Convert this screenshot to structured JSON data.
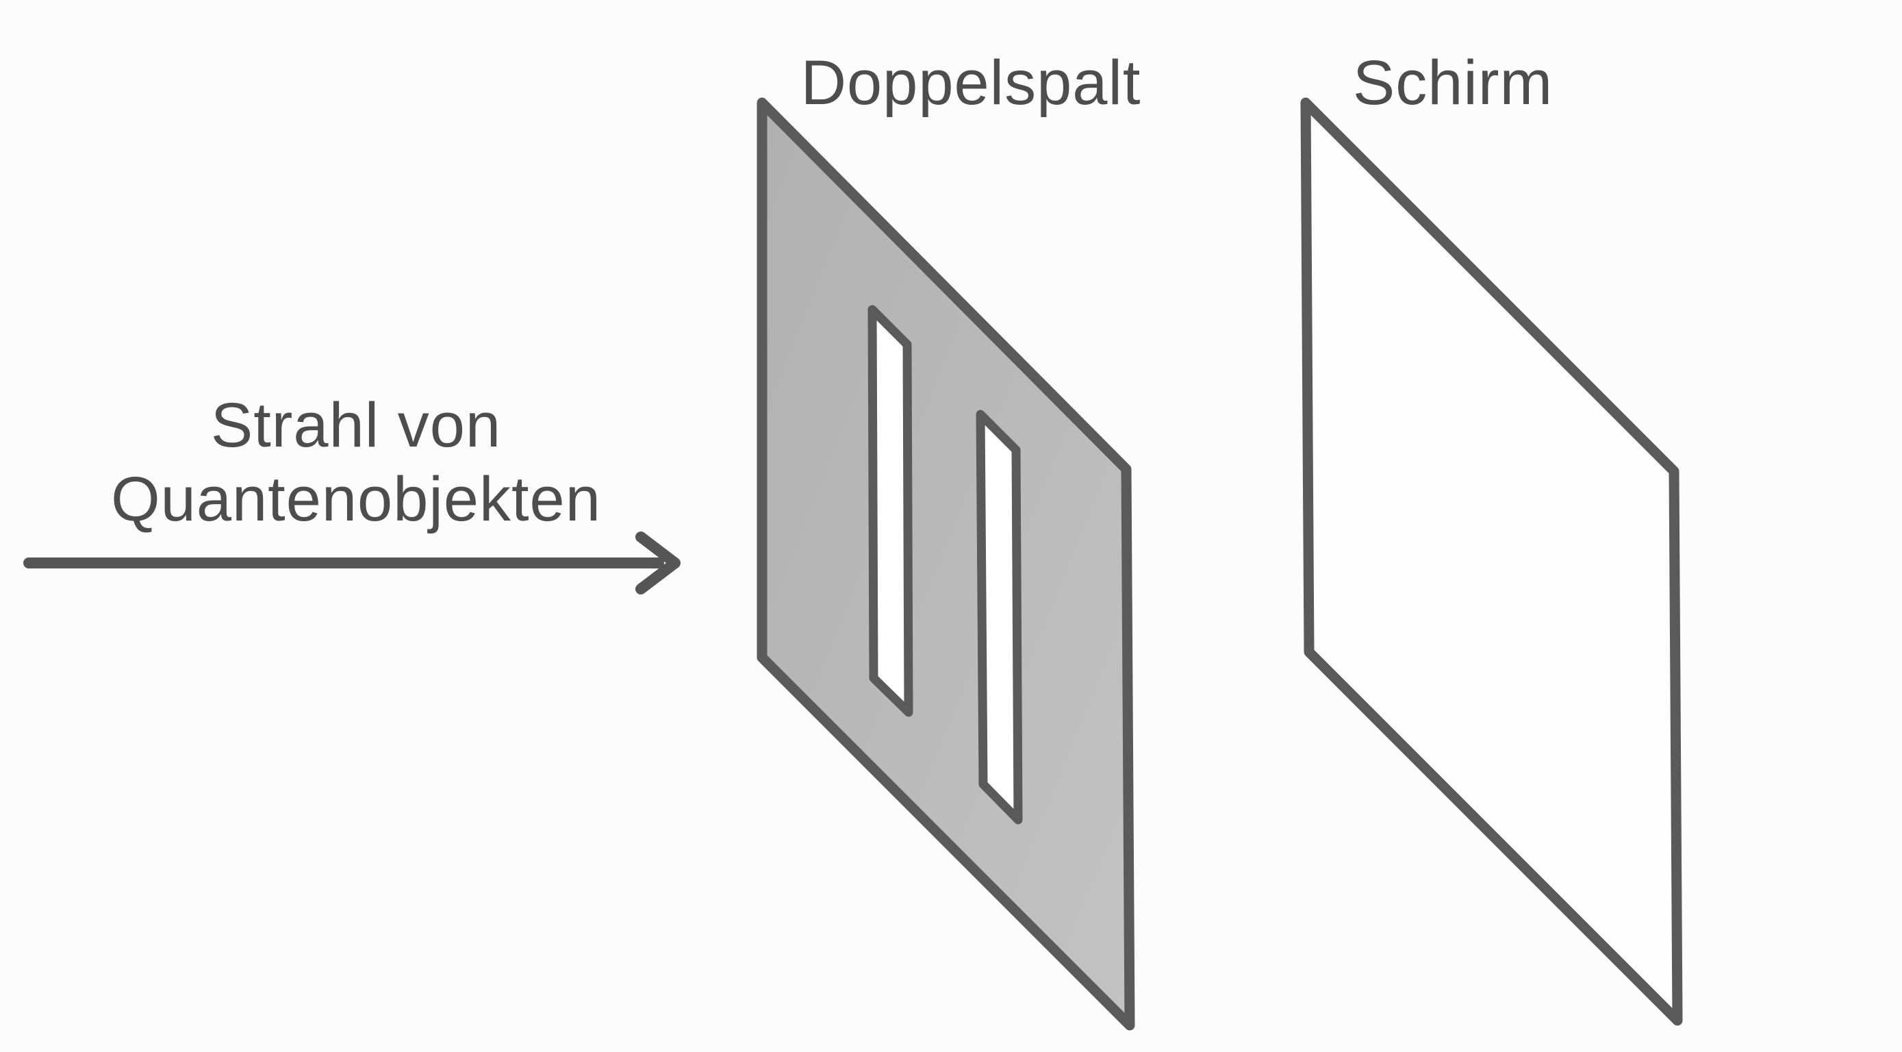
{
  "diagram": {
    "labels": {
      "double_slit": "Doppelspalt",
      "screen": "Schirm",
      "beam_line1": "Strahl von",
      "beam_line2": "Quantenobjekten"
    },
    "colors": {
      "background": "#fcfcfc",
      "outline": "#5a5a5a",
      "text": "#4d4d4d",
      "arrow": "#555555",
      "plate_fill_dark": "#b0b0b0",
      "plate_fill_light": "#c3c3c3",
      "slit_fill": "#ffffff",
      "screen_fill": "#fdfdfd"
    }
  }
}
